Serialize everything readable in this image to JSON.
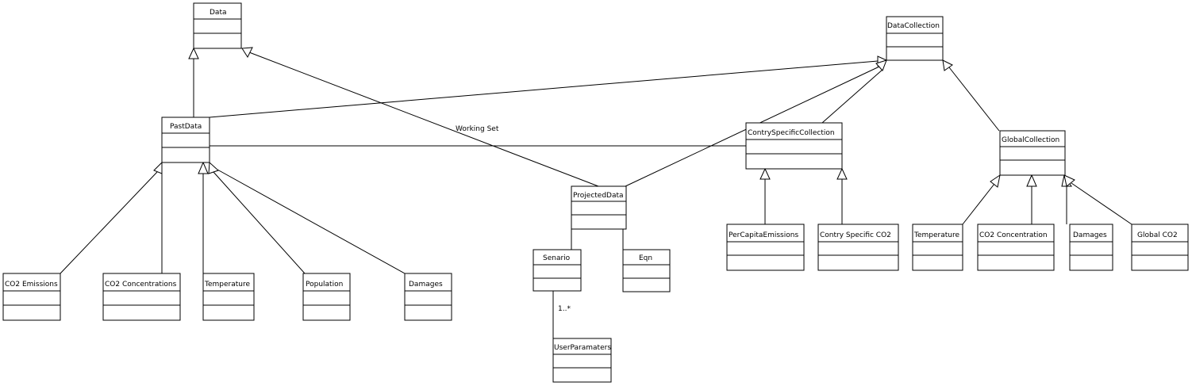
{
  "classes": {
    "data": "Data",
    "data_collection": "DataCollection",
    "past_data": "PastData",
    "country_specific_collection": "ContrySpecificCollection",
    "global_collection": "GlobalCollection",
    "projected_data": "ProjectedData",
    "co2_emissions": "CO2 Emissions",
    "co2_concentrations": "CO2 Concentrations",
    "temperature_past": "Temperature",
    "population": "Population",
    "damages_past": "Damages",
    "senario": "Senario",
    "eqn": "Eqn",
    "user_paramaters": "UserParamaters",
    "per_capita_emissions": "PerCapitaEmissions",
    "contry_specific_co2": "Contry Specific CO2",
    "temperature_global": "Temperature",
    "co2_concentration_global": "CO2 Concentration",
    "damages_global": "Damages",
    "global_co2": "Global CO2"
  },
  "labels": {
    "working_set": "Working Set",
    "multiplicity": "1..*"
  }
}
